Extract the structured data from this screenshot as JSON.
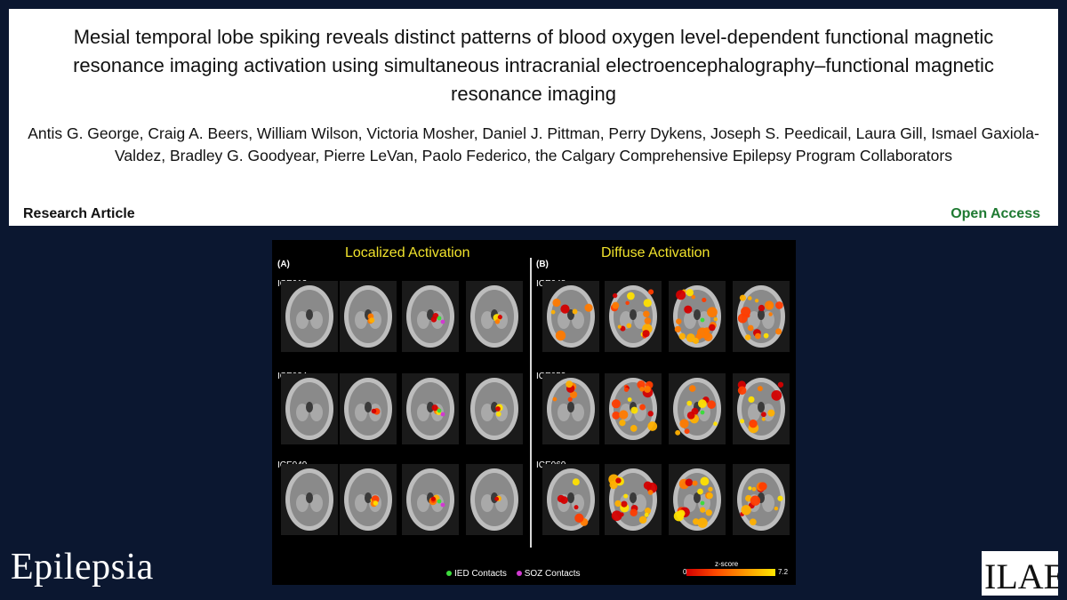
{
  "paper": {
    "title": "Mesial temporal lobe spiking reveals distinct patterns of blood oxygen level-dependent functional magnetic resonance imaging activation using simultaneous intracranial electroencephalography–functional magnetic resonance imaging",
    "authors": "Antis G. George, Craig A. Beers, William Wilson, Victoria Mosher, Daniel J. Pittman, Perry Dykens, Joseph S. Peedicail, Laura Gill, Ismael Gaxiola-Valdez, Bradley G. Goodyear, Pierre LeVan, Paolo Federico, the Calgary Comprehensive Epilepsy Program Collaborators",
    "article_type": "Research Article",
    "access": "Open Access",
    "access_color": "#1f7a32"
  },
  "figure": {
    "panels": [
      {
        "letter": "(A)",
        "title": "Localized Activation",
        "subjects": [
          "ICE013",
          "ICE034",
          "ICE049"
        ]
      },
      {
        "letter": "(B)",
        "title": "Diffuse Activation",
        "subjects": [
          "ICE048",
          "ICE053",
          "ICE060"
        ]
      }
    ],
    "legend": {
      "ied_label": "IED Contacts",
      "ied_color": "#3ddc3d",
      "soz_label": "SOZ Contacts",
      "soz_color": "#d13ad1"
    },
    "colorbar": {
      "label": "z-score",
      "min": "0",
      "max": "7.2"
    },
    "title_color": "#f0e22c"
  },
  "branding": {
    "journal": "Epilepsia",
    "society_logo": "ILAE"
  }
}
